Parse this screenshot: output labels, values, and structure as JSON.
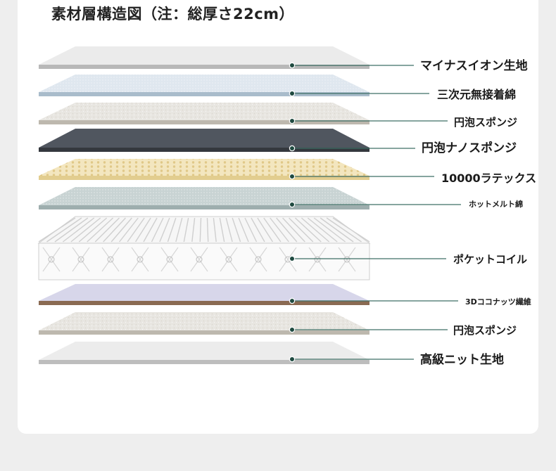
{
  "title": "素材層構造図（注：総厚さ22cm）",
  "colors": {
    "background": "#eeeeee",
    "card": "#ffffff",
    "leader_line": "#3f6f66",
    "dot": "#1f4a40"
  },
  "layers": [
    {
      "label": "マイナスイオン生地",
      "fill": "#ebebeb",
      "edge": "#b8b8b8",
      "texture": "plain"
    },
    {
      "label": "三次元無接着綿",
      "fill": "#dfe7ef",
      "edge": "#a9bccb",
      "texture": "mesh"
    },
    {
      "label": "円泡スポンジ",
      "fill": "#e8e6e1",
      "edge": "#bdb8ae",
      "texture": "foam"
    },
    {
      "label": "円泡ナノスポンジ",
      "fill": "#50565f",
      "edge": "#34383e",
      "texture": "plain"
    },
    {
      "label": "10000ラテックス",
      "fill": "#f3e6bf",
      "edge": "#e2cd8f",
      "texture": "holes"
    },
    {
      "label": "ホットメルト綿",
      "fill": "#c8d3d3",
      "edge": "#9eaeae",
      "texture": "mesh"
    },
    {
      "label": "ポケットコイル",
      "fill": "#f4f4f4",
      "edge": "#c9c9c9",
      "texture": "coil"
    },
    {
      "label": "3Dココナッツ繊維",
      "fill": "#d7d6ea",
      "edge": "#8a6a52",
      "texture": "coconut"
    },
    {
      "label": "円泡スポンジ",
      "fill": "#e8e6e1",
      "edge": "#bdb8ae",
      "texture": "foam"
    },
    {
      "label": "高級ニット生地",
      "fill": "#ececec",
      "edge": "#bdbdbd",
      "texture": "plain"
    }
  ]
}
